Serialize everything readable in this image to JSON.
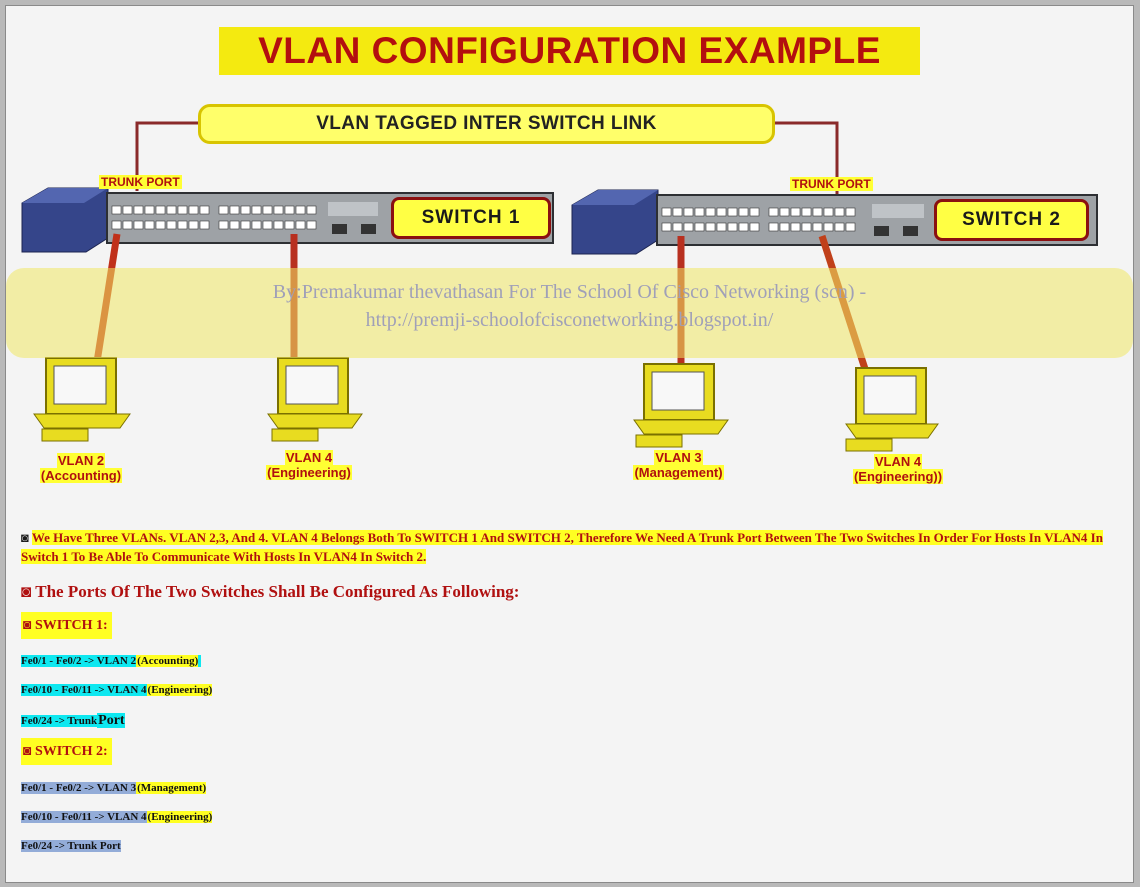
{
  "title": "VLAN CONFIGURATION EXAMPLE",
  "link_label": "VLAN TAGGED INTER SWITCH LINK",
  "trunk_port_label": "TRUNK PORT",
  "switch1_label": "SWITCH 1",
  "switch2_label": "SWITCH 2",
  "watermark": {
    "line1": "By:Premakumar thevathasan For The School Of Cisco Networking (scn) -",
    "line2": "http://premji-schoolofcisconetworking.blogspot.in/"
  },
  "hosts": [
    {
      "vlan": "VLAN 2",
      "dept": "(Accounting)"
    },
    {
      "vlan": "VLAN 4",
      "dept": "(Engineering)"
    },
    {
      "vlan": "VLAN 3",
      "dept": "(Management)"
    },
    {
      "vlan": "VLAN 4",
      "dept": "(Engineering))"
    }
  ],
  "bullet": "◙",
  "paragraph1": "We Have Three VLANs. VLAN 2,3, And 4. VLAN 4 Belongs Both To SWITCH 1 And SWITCH 2, Therefore We Need A Trunk Port Between The Two Switches In Order For Hosts In VLAN4 In Switch 1 To Be Able To Communicate With Hosts In VLAN4 In Switch 2.",
  "paragraph2": "The Ports Of The Two Switches Shall Be Configured As Following:",
  "switch1": {
    "header": "SWITCH 1:",
    "rows": [
      {
        "ports": "Fe0/1 - Fe0/2 -> VLAN 2",
        "dept": "(Accounting)"
      },
      {
        "ports": "Fe0/10 - Fe0/11 -> VLAN 4",
        "dept": "(Engineering)"
      },
      {
        "ports": "Fe0/24 -> Trunk",
        "dept": "Port"
      }
    ]
  },
  "switch2": {
    "header": "SWITCH 2:",
    "rows": [
      {
        "ports": "Fe0/1 - Fe0/2 -> VLAN 3",
        "dept": "(Management)"
      },
      {
        "ports": "Fe0/10 - Fe0/11 -> VLAN 4",
        "dept": "(Engineering)"
      },
      {
        "ports": "Fe0/24 -> Trunk Port",
        "dept": ""
      }
    ]
  },
  "colors": {
    "title_text": "#b30f0f",
    "highlight_yellow": "#ffff22",
    "switch1_rows": "#0ee8f0",
    "switch2_rows": "#93acd8",
    "cable": "#c0301a"
  }
}
